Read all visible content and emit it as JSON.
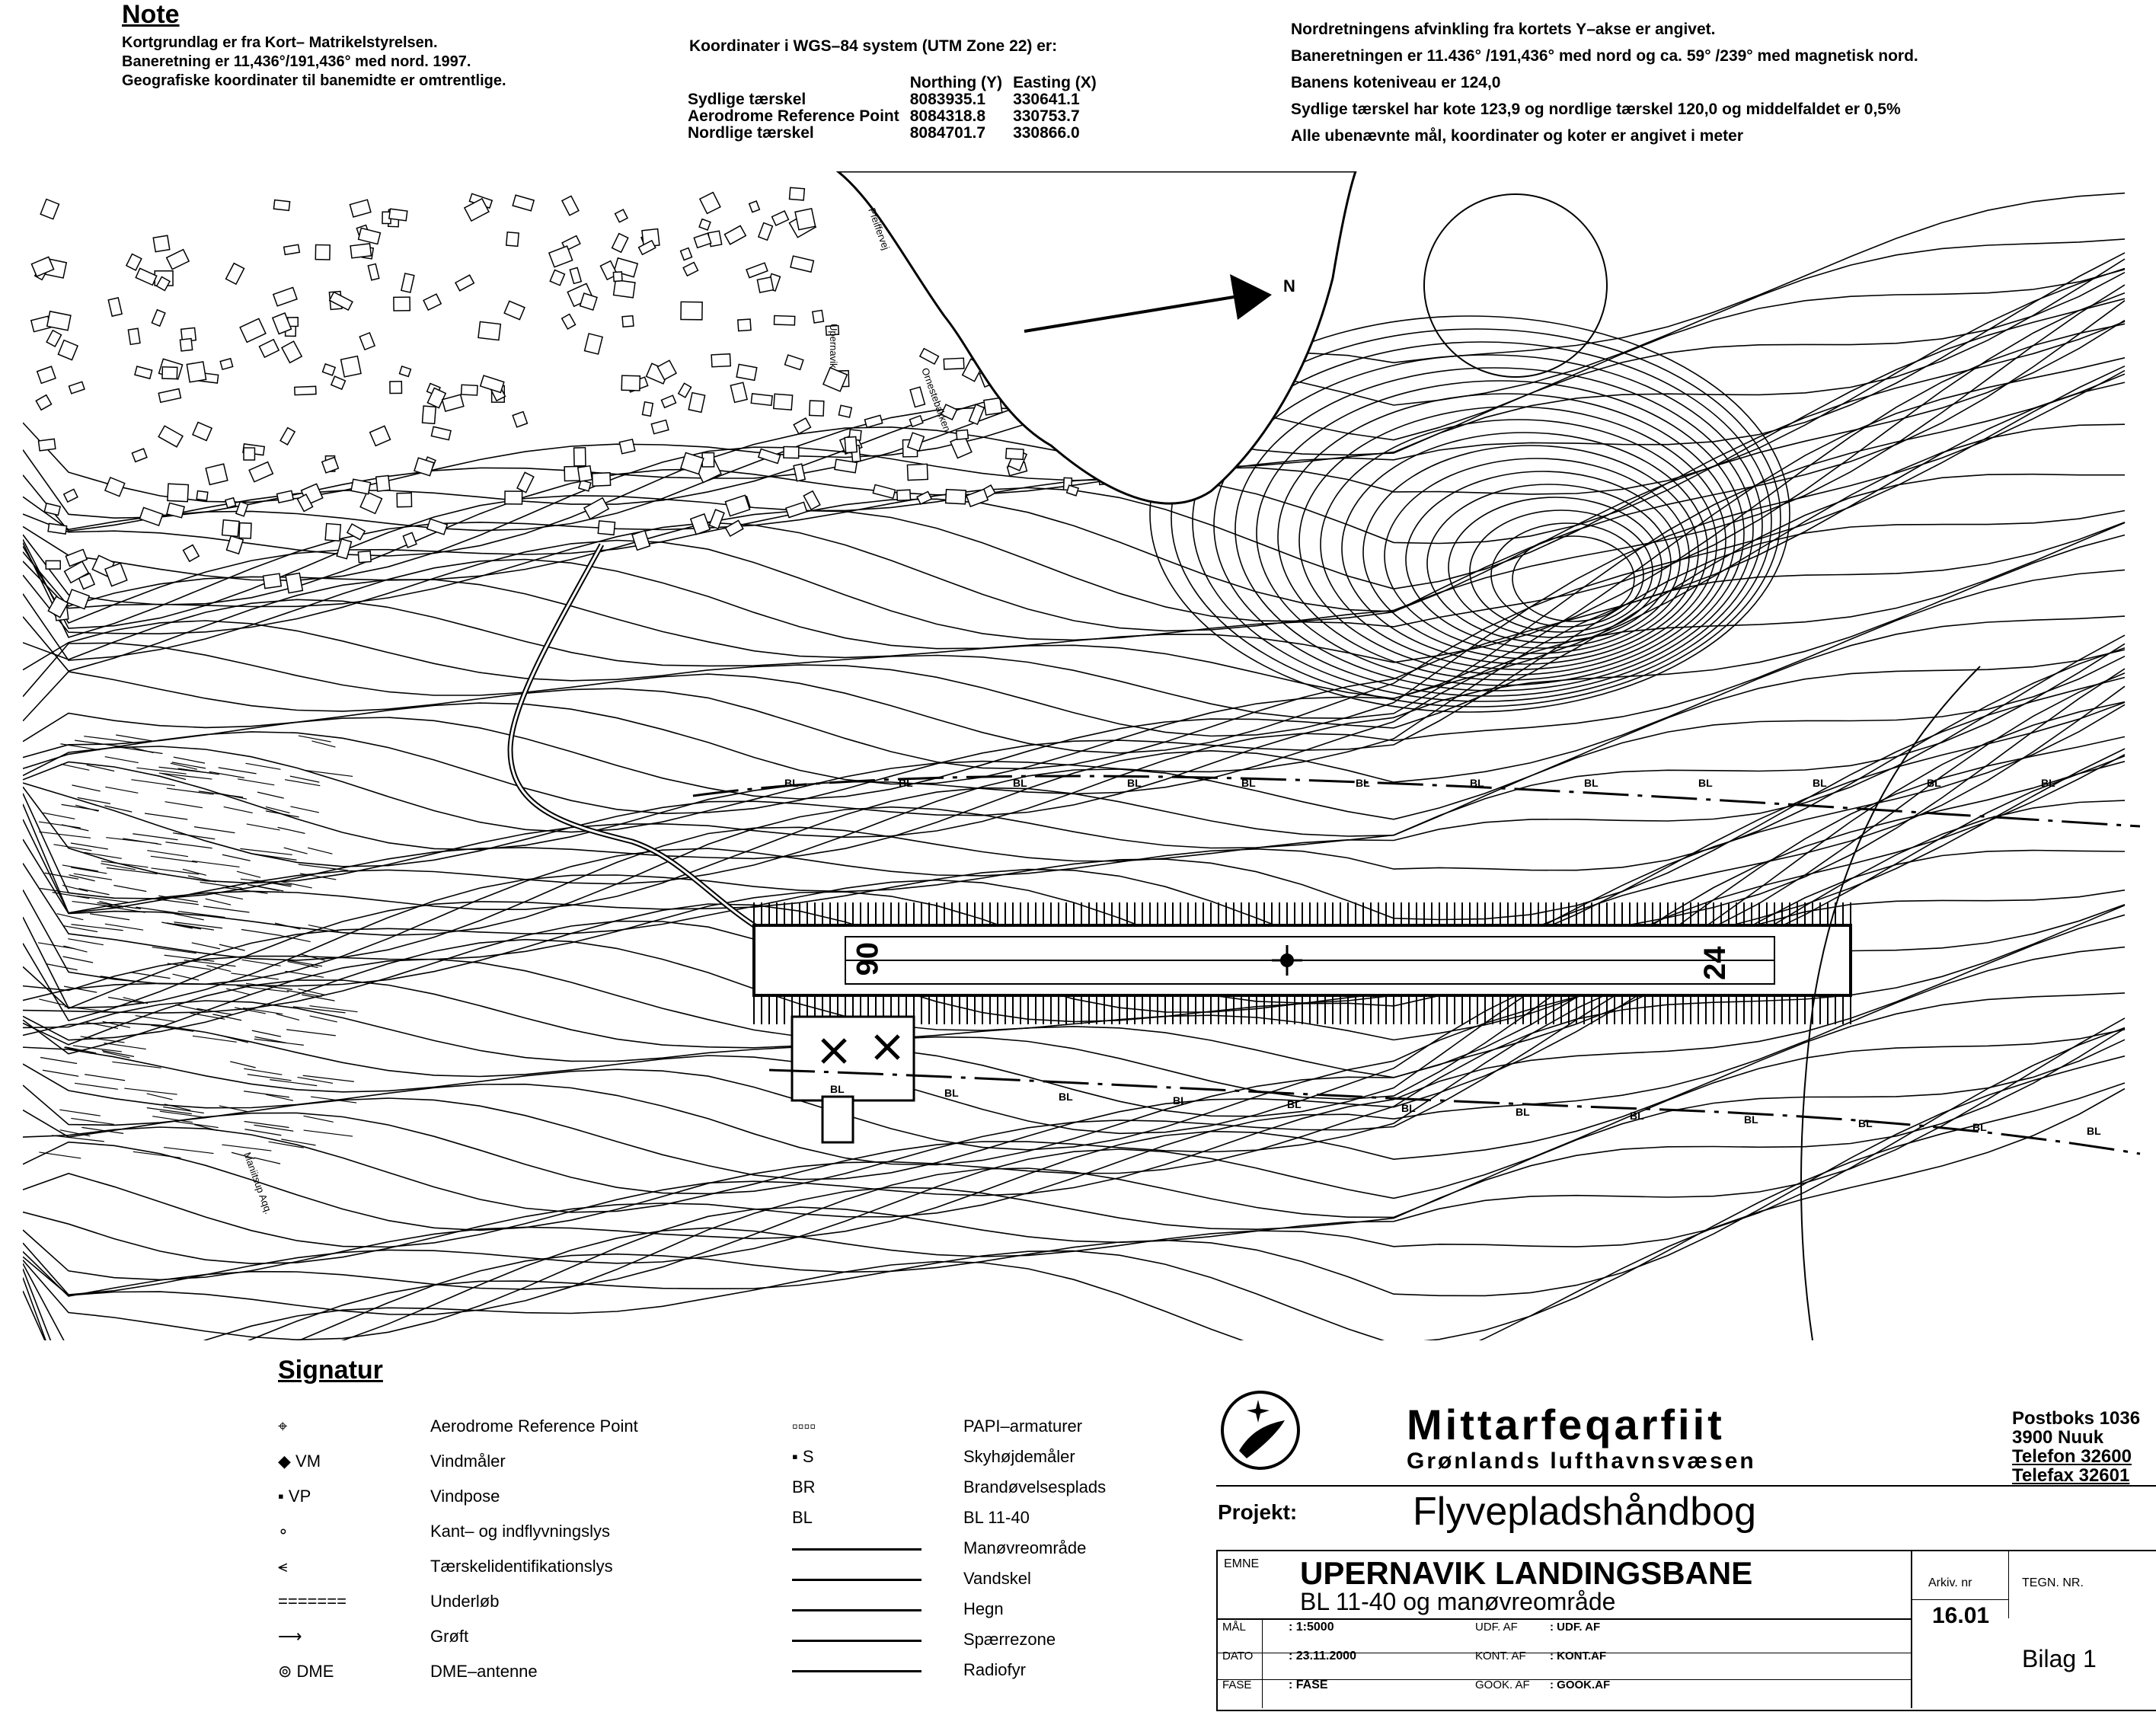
{
  "note": {
    "title": "Note",
    "lines": [
      "Kortgrundlag er fra Kort– Matrikelstyrelsen.",
      "Baneretning er 11,436°/191,436° med nord. 1997.",
      "Geografiske koordinater til banemidte er omtrentlige."
    ]
  },
  "coordinates": {
    "heading": "Koordinater i WGS–84 system (UTM Zone 22) er:",
    "col_northing": "Northing (Y)",
    "col_easting": "Easting (X)",
    "rows": [
      {
        "label": "Sydlige tærskel",
        "northing": "8083935.1",
        "easting": "330641.1"
      },
      {
        "label": "Aerodrome Reference Point",
        "northing": "8084318.8",
        "easting": "330753.7"
      },
      {
        "label": "Nordlige tærskel",
        "northing": "8084701.7",
        "easting": "330866.0"
      }
    ]
  },
  "right_notes": [
    "Nordretningens afvinkling fra kortets Y–akse er angivet.",
    "Baneretningen er 11.436° /191,436° med nord og ca. 59° /239° med magnetisk nord.",
    "Banens koteniveau er 124,0",
    "Sydlige tærskel har kote 123,9 og nordlige tærskel 120,0 og middelfaldet er 0,5%",
    "Alle ubenævnte mål, koordinater og koter er angivet i meter"
  ],
  "map": {
    "north_label": "N",
    "runway_designator_south": "06",
    "runway_designator_north": "24",
    "boundary_label": "BL",
    "place_labels": [
      "Upernavik",
      "Pfeiffervej",
      "Ornestebakken",
      "Maniitsup Aqq."
    ]
  },
  "legend": {
    "title": "Signatur",
    "left": [
      {
        "symbol": "⌖",
        "label": "Aerodrome Reference Point"
      },
      {
        "symbol": "◆ VM",
        "label": "Vindmåler"
      },
      {
        "symbol": "▪ VP",
        "label": "Vindpose"
      },
      {
        "symbol": "∘",
        "label": "Kant– og indflyvningslys"
      },
      {
        "symbol": "⪪",
        "label": "Tærskelidentifikationslys"
      },
      {
        "symbol": "=======",
        "label": "Underløb"
      },
      {
        "symbol": "⟶",
        "label": "Grøft"
      },
      {
        "symbol": "⊚ DME",
        "label": "DME–antenne"
      }
    ],
    "right": [
      {
        "symbol": "▫▫▫▫",
        "label": "PAPI–armaturer"
      },
      {
        "symbol": "▪ S",
        "label": "Skyhøjdemåler"
      },
      {
        "symbol": "BR",
        "label": "Brandøvelsesplads"
      },
      {
        "symbol": "BL",
        "label": "BL 11-40"
      },
      {
        "symbol": "",
        "label": "Manøvreområde"
      },
      {
        "symbol": "",
        "label": "Vandskel"
      },
      {
        "symbol": "",
        "label": "Hegn"
      },
      {
        "symbol": "",
        "label": "Spærrezone"
      },
      {
        "symbol": "",
        "label": "Radiofyr"
      }
    ]
  },
  "titleblock": {
    "org_name": "Mittarfeqarfiit",
    "org_sub": "Grønlands lufthavnsvæsen",
    "address": [
      "Postboks 1036",
      "3900 Nuuk",
      "Telefon 32600",
      "Telefax 32601"
    ],
    "projekt_label": "Projekt:",
    "projekt": "Flyvepladshåndbog",
    "emne_label": "EMNE",
    "emne_title": "UPERNAVIK LANDINGSBANE",
    "emne_sub": "BL 11-40 og manøvreområde",
    "arkiv_label": "Arkiv. nr",
    "arkiv_value": "16.01",
    "tegn_label": "TEGN. NR.",
    "bilag": "Bilag 1",
    "rows": [
      {
        "k": "MÅL",
        "v": ": 1:5000",
        "k2": "UDF. AF",
        "v2": ": UDF. AF"
      },
      {
        "k": "DATO",
        "v": ": 23.11.2000",
        "k2": "KONT. AF",
        "v2": ": KONT.AF"
      },
      {
        "k": "FASE",
        "v": ": FASE",
        "k2": "GOOK. AF",
        "v2": ": GOOK.AF"
      }
    ]
  }
}
